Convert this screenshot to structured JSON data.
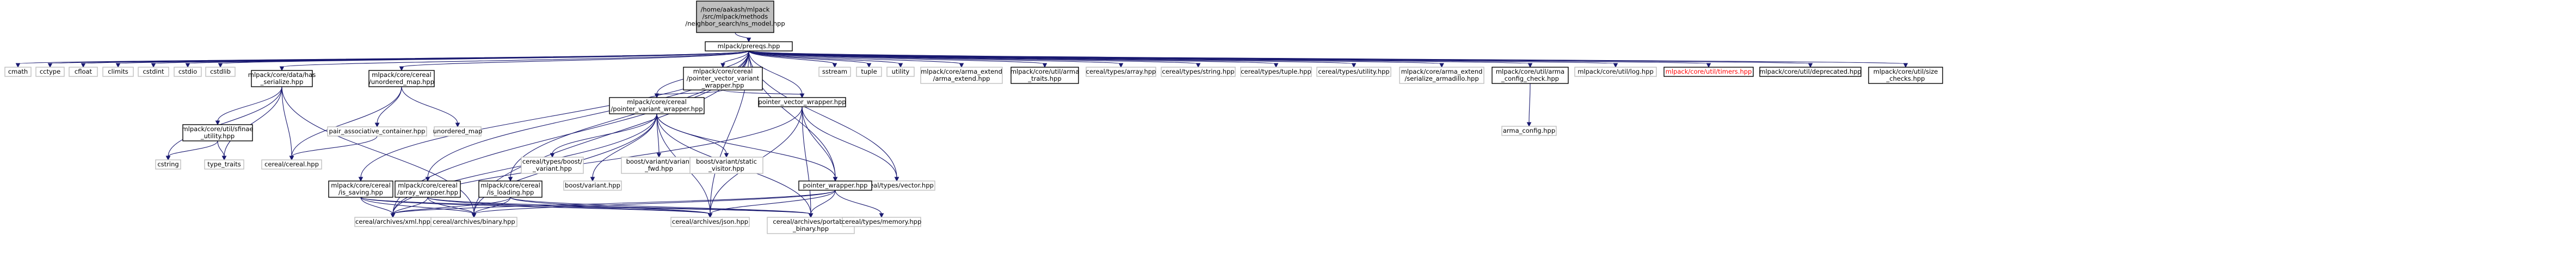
{
  "colors": {
    "edge": "#191970",
    "root_fill": "#bfbfbf",
    "boxed_fill": "#ffffff",
    "boxed_stroke": "#000000",
    "unboxed_stroke": "#bfbfbf",
    "missing_doc_text": "#ff0000"
  },
  "nodes": [
    {
      "id": "root",
      "lines": [
        "/home/aakash/mlpack",
        "/src/mlpack/methods",
        "/neighbor_search/ns_model.hpp"
      ],
      "style": "root"
    },
    {
      "id": "prereqs",
      "lines": [
        "mlpack/prereqs.hpp"
      ],
      "style": "boxed"
    },
    {
      "id": "cmath",
      "lines": [
        "cmath"
      ],
      "style": "plain"
    },
    {
      "id": "cctype",
      "lines": [
        "cctype"
      ],
      "style": "plain"
    },
    {
      "id": "cfloat",
      "lines": [
        "cfloat"
      ],
      "style": "plain"
    },
    {
      "id": "climits",
      "lines": [
        "climits"
      ],
      "style": "plain"
    },
    {
      "id": "cstdint",
      "lines": [
        "cstdint"
      ],
      "style": "plain"
    },
    {
      "id": "cstdio",
      "lines": [
        "cstdio"
      ],
      "style": "plain"
    },
    {
      "id": "cstdlib",
      "lines": [
        "cstdlib"
      ],
      "style": "plain"
    },
    {
      "id": "hasserialize",
      "lines": [
        "mlpack/core/data/has",
        "_serialize.hpp"
      ],
      "style": "boxed"
    },
    {
      "id": "unorderedmaphpp",
      "lines": [
        "mlpack/core/cereal",
        "/unordered_map.hpp"
      ],
      "style": "boxed"
    },
    {
      "id": "pointervariant",
      "lines": [
        "mlpack/core/cereal",
        "/pointer_vector_variant",
        "_wrapper.hpp"
      ],
      "style": "boxed"
    },
    {
      "id": "sstream",
      "lines": [
        "sstream"
      ],
      "style": "plain"
    },
    {
      "id": "tuple",
      "lines": [
        "tuple"
      ],
      "style": "plain"
    },
    {
      "id": "utility",
      "lines": [
        "utility"
      ],
      "style": "plain"
    },
    {
      "id": "armaextend",
      "lines": [
        "mlpack/core/arma_extend",
        "/arma_extend.hpp"
      ],
      "style": "plain"
    },
    {
      "id": "armatraits",
      "lines": [
        "mlpack/core/util/arma",
        "_traits.hpp"
      ],
      "style": "boxed"
    },
    {
      "id": "ctarray",
      "lines": [
        "cereal/types/array.hpp"
      ],
      "style": "plain"
    },
    {
      "id": "ctstring",
      "lines": [
        "cereal/types/string.hpp"
      ],
      "style": "plain"
    },
    {
      "id": "cttuple",
      "lines": [
        "cereal/types/tuple.hpp"
      ],
      "style": "plain"
    },
    {
      "id": "ctutility",
      "lines": [
        "cereal/types/utility.hpp"
      ],
      "style": "plain"
    },
    {
      "id": "serializearmadillo",
      "lines": [
        "mlpack/core/arma_extend",
        "/serialize_armadillo.hpp"
      ],
      "style": "plain"
    },
    {
      "id": "configcheck",
      "lines": [
        "mlpack/core/util/arma",
        "_config_check.hpp"
      ],
      "style": "boxed"
    },
    {
      "id": "log",
      "lines": [
        "mlpack/core/util/log.hpp"
      ],
      "style": "plain"
    },
    {
      "id": "timers",
      "lines": [
        "mlpack/core/util/timers.hpp"
      ],
      "style": "boxed",
      "text": "red"
    },
    {
      "id": "deprecated",
      "lines": [
        "mlpack/core/util/deprecated.hpp"
      ],
      "style": "boxed"
    },
    {
      "id": "sizechecks",
      "lines": [
        "mlpack/core/util/size",
        "_checks.hpp"
      ],
      "style": "boxed"
    },
    {
      "id": "sfinae",
      "lines": [
        "mlpack/core/util/sfinae",
        "_utility.hpp"
      ],
      "style": "boxed"
    },
    {
      "id": "pairassoc",
      "lines": [
        "pair_associative_container.hpp"
      ],
      "style": "plain"
    },
    {
      "id": "unorderedmap",
      "lines": [
        "unordered_map"
      ],
      "style": "plain"
    },
    {
      "id": "ptrvariantwrapper",
      "lines": [
        "mlpack/core/cereal",
        "/pointer_variant_wrapper.hpp"
      ],
      "style": "boxed"
    },
    {
      "id": "ptrvectorwrapper",
      "lines": [
        "pointer_vector_wrapper.hpp"
      ],
      "style": "boxed"
    },
    {
      "id": "armaconfig",
      "lines": [
        "arma_config.hpp"
      ],
      "style": "plain"
    },
    {
      "id": "cstring",
      "lines": [
        "cstring"
      ],
      "style": "plain"
    },
    {
      "id": "typetraits",
      "lines": [
        "type_traits"
      ],
      "style": "plain"
    },
    {
      "id": "cerealhpp",
      "lines": [
        "cereal/cereal.hpp"
      ],
      "style": "plain"
    },
    {
      "id": "cereal_boost_variant",
      "lines": [
        "cereal/types/boost/",
        "_variant.hpp"
      ],
      "style": "plain"
    },
    {
      "id": "boostvariant",
      "lines": [
        "boost/variant.hpp"
      ],
      "style": "plain"
    },
    {
      "id": "boostvariant_fwd",
      "lines": [
        "boost/variant/variant",
        "_fwd.hpp"
      ],
      "style": "plain"
    },
    {
      "id": "boostvariant_static",
      "lines": [
        "boost/variant/static",
        "_visitor.hpp"
      ],
      "style": "plain"
    },
    {
      "id": "ctvector",
      "lines": [
        "cereal/types/vector.hpp"
      ],
      "style": "plain"
    },
    {
      "id": "issaving",
      "lines": [
        "mlpack/core/cereal",
        "/is_saving.hpp"
      ],
      "style": "boxed"
    },
    {
      "id": "arraywrapper",
      "lines": [
        "mlpack/core/cereal",
        "/array_wrapper.hpp"
      ],
      "style": "boxed"
    },
    {
      "id": "isloading",
      "lines": [
        "mlpack/core/cereal",
        "/is_loading.hpp"
      ],
      "style": "boxed"
    },
    {
      "id": "pointerwrapper",
      "lines": [
        "pointer_wrapper.hpp"
      ],
      "style": "boxed"
    },
    {
      "id": "xml",
      "lines": [
        "cereal/archives/xml.hpp"
      ],
      "style": "plain"
    },
    {
      "id": "binary",
      "lines": [
        "cereal/archives/binary.hpp"
      ],
      "style": "plain"
    },
    {
      "id": "json",
      "lines": [
        "cereal/archives/json.hpp"
      ],
      "style": "plain"
    },
    {
      "id": "portablebinary",
      "lines": [
        "cereal/archives/portable",
        "_binary.hpp"
      ],
      "style": "plain"
    },
    {
      "id": "memory",
      "lines": [
        "cereal/types/memory.hpp"
      ],
      "style": "plain"
    }
  ]
}
